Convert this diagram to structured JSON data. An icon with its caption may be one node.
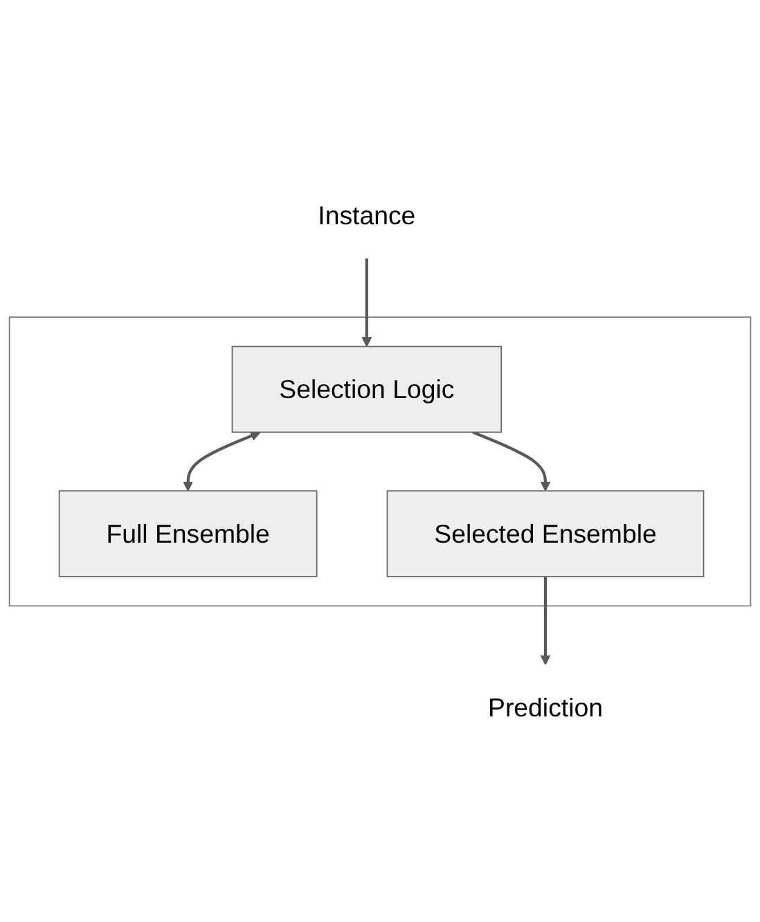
{
  "diagram": {
    "nodes": [
      {
        "text": [],
        "shape": "box"
      },
      {
        "text": [
          "Instance"
        ]
      },
      {
        "text": [
          "Selection Logic"
        ],
        "in": 0
      },
      {
        "text": [
          "Full Ensemble"
        ],
        "in": 0
      },
      {
        "text": [
          "Selected Ensemble"
        ],
        "in": 0
      },
      {
        "text": [
          "Prediction"
        ]
      }
    ],
    "edges": [
      {
        "from": 1,
        "to": 2,
        "arrow": "to"
      },
      {
        "from": 2,
        "to": 3,
        "arrow": "both"
      },
      {
        "from": 2,
        "to": 4,
        "arrow": "to"
      },
      {
        "from": 4,
        "to": 5,
        "arrow": "to"
      }
    ]
  }
}
